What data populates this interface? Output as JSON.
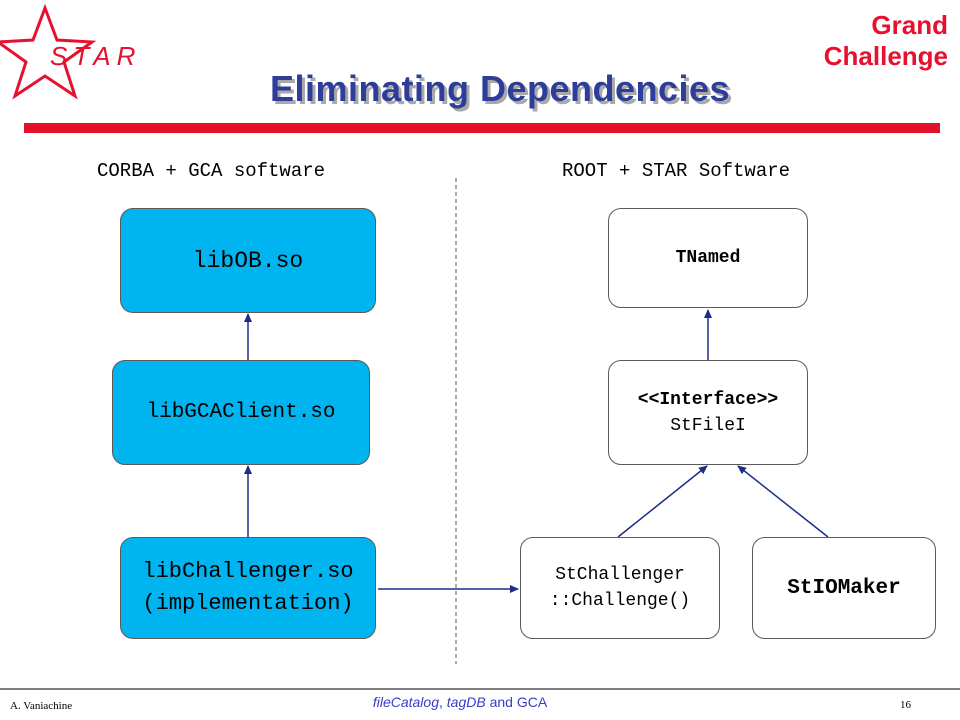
{
  "header": {
    "logo_text": "STAR",
    "title": "Eliminating Dependencies",
    "brand_line1": "Grand",
    "brand_line2": "Challenge"
  },
  "columns": {
    "left_heading": "CORBA + GCA software",
    "right_heading": "ROOT + STAR Software"
  },
  "boxes": {
    "libob": "libOB.so",
    "libgcaclient": "libGCAClient.so",
    "libchallenger_line1": "libChallenger.so",
    "libchallenger_line2": "(implementation)",
    "tnamed": "TNamed",
    "interface_line1": "<<Interface>>",
    "interface_line2": "StFileI",
    "stchallenger_line1": "StChallenger",
    "stchallenger_line2": "::Challenge()",
    "stiomaker": "StIOMaker"
  },
  "footer": {
    "author": "A. Vaniachine",
    "part1": "fileCatalog",
    "sep1": ", ",
    "part2": "tagDB",
    "sep2": " and  GCA",
    "page": "16"
  },
  "colors": {
    "title": "#2e3d99",
    "brand": "#e8102f",
    "box_fill": "#00b4ef",
    "arrow": "#1a2d8a"
  }
}
